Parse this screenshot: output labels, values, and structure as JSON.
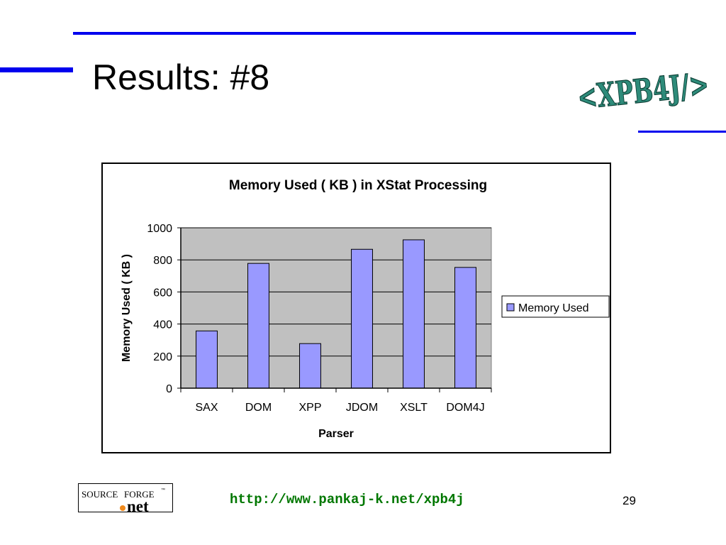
{
  "slide": {
    "title": "Results: #8",
    "logo_text": "<XPB4J/>",
    "footer_url": "http://www.pankaj-k.net/xpb4j",
    "page_number": "29",
    "sourceforge": {
      "source": "SOURCE",
      "forge": "FORGE",
      "net": "net",
      "tm": "™"
    }
  },
  "colors": {
    "accent_blue": "#0000ee",
    "logo_teal": "#2e8b7a",
    "url_green": "#007700",
    "bar_fill": "#9999ff",
    "plot_bg": "#c0c0c0"
  },
  "chart_data": {
    "type": "bar",
    "title": "Memory Used ( KB ) in XStat Processing",
    "xlabel": "Parser",
    "ylabel": "Memory Used ( KB )",
    "categories": [
      "SAX",
      "DOM",
      "XPP",
      "JDOM",
      "XSLT",
      "DOM4J"
    ],
    "series": [
      {
        "name": "Memory Used",
        "values": [
          357,
          778,
          278,
          866,
          925,
          753
        ]
      }
    ],
    "ylim": [
      0,
      1000
    ],
    "yticks": [
      0,
      200,
      400,
      600,
      800,
      1000
    ],
    "grid": true,
    "legend": "right"
  }
}
